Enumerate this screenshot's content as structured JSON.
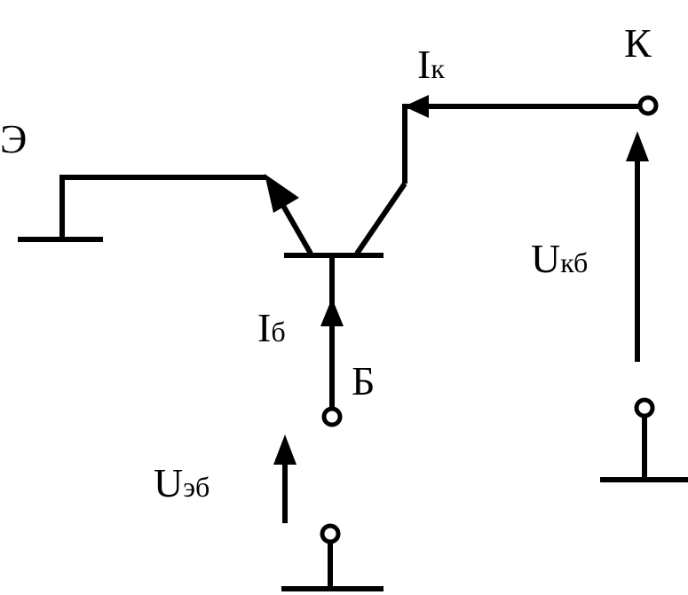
{
  "labels": {
    "emitter": "Э",
    "collector": "К",
    "base": "Б",
    "collector_current_main": "I",
    "collector_current_sub": "к",
    "base_current_main": "I",
    "base_current_sub": "б",
    "collector_base_voltage_main": "U",
    "collector_base_voltage_sub": "кб",
    "emitter_base_voltage_main": "U",
    "emitter_base_voltage_sub": "эб"
  },
  "colors": {
    "line": "#000000",
    "background": "#ffffff"
  }
}
